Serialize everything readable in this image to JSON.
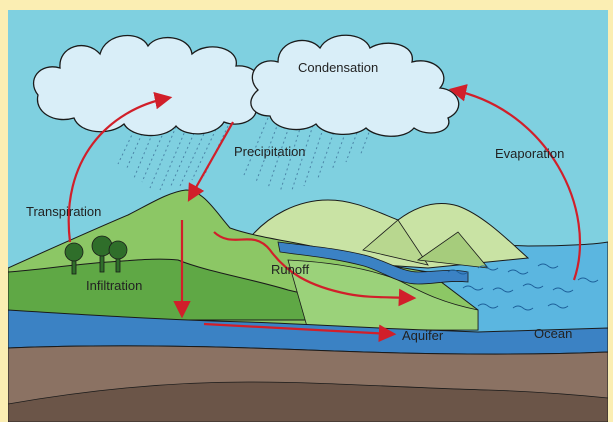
{
  "diagram": {
    "labels": {
      "condensation": "Condensation",
      "precipitation": "Precipitation",
      "evaporation": "Evaporation",
      "transpiration": "Transpiration",
      "infiltration": "Infiltration",
      "runoff": "Runoff",
      "aquifer": "Aquifer",
      "ocean": "Ocean"
    },
    "colors": {
      "sky": "#7fd0e0",
      "cloud": "#d9eef8",
      "hill_dark": "#4f9a3a",
      "hill_light": "#8cc765",
      "mountain": "#c9e3a4",
      "water": "#3b82c4",
      "soil": "#8b7263",
      "rock": "#6b5548",
      "arrow": "#d11f2a"
    }
  }
}
